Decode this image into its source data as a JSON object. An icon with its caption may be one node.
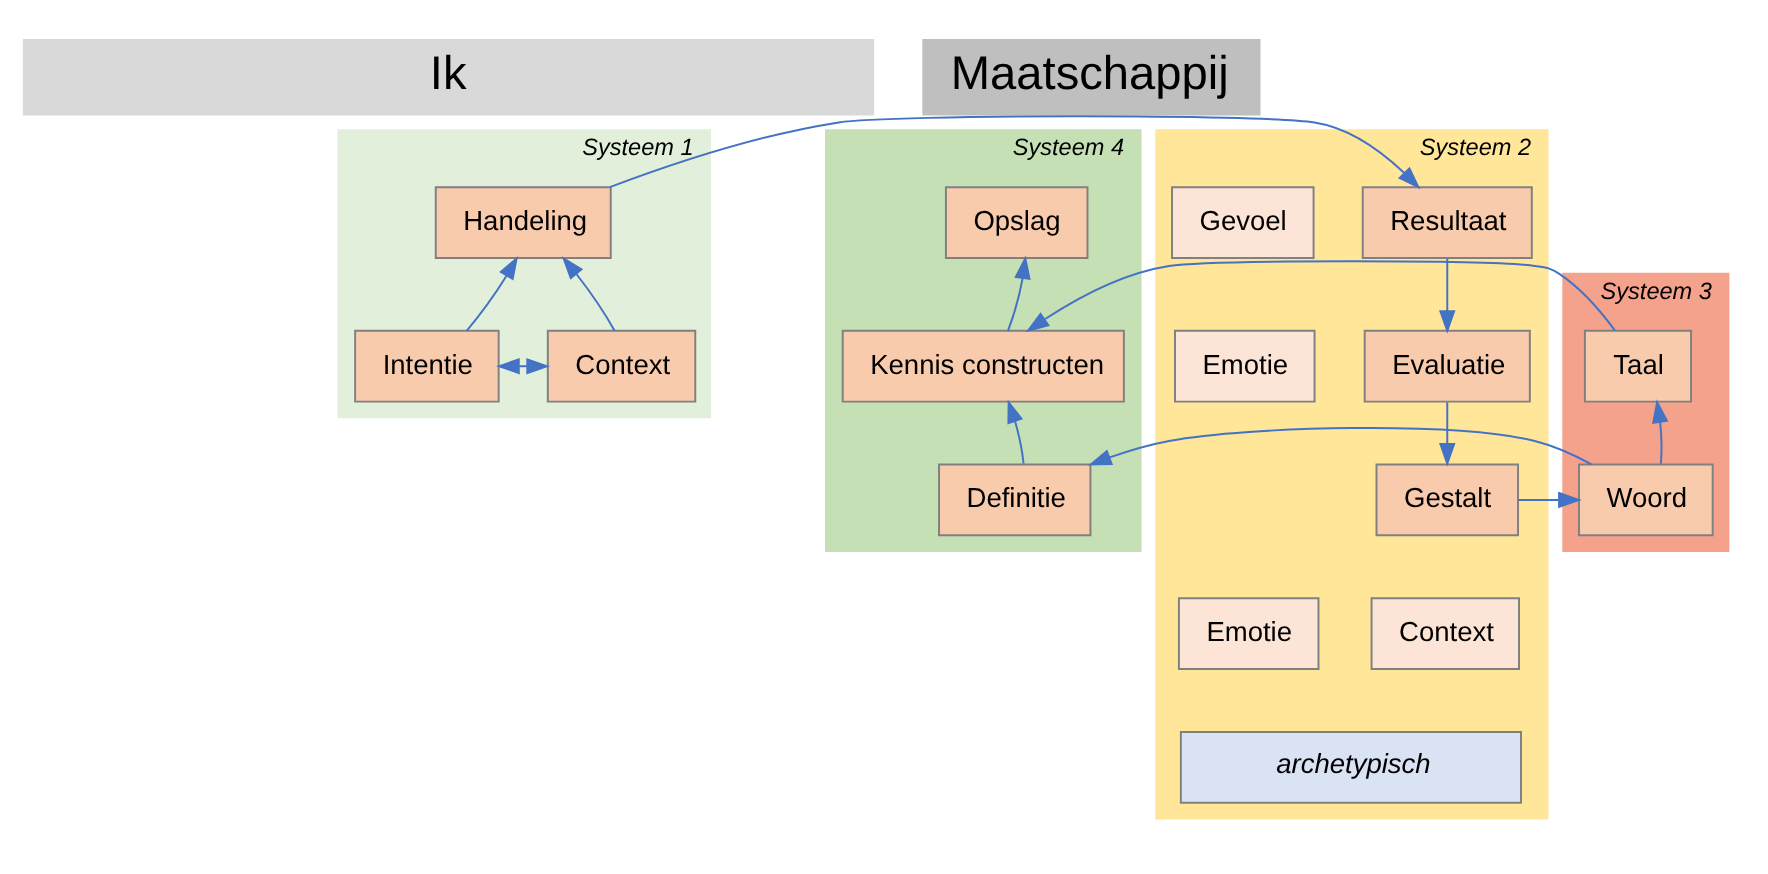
{
  "diagram": {
    "nodes": [
      {
        "text": [
          "Ik"
        ]
      },
      {
        "text": [
          "Maatschappij"
        ]
      },
      {
        "text": [
          "Systeem 1"
        ]
      },
      {
        "text": [
          "Handeling"
        ],
        "in": 2
      },
      {
        "text": [
          "Intentie"
        ],
        "in": 2
      },
      {
        "text": [
          "Context"
        ],
        "in": 2
      },
      {
        "text": [
          "Systeem 2"
        ]
      },
      {
        "text": [
          "Resultaat"
        ],
        "in": 6
      },
      {
        "text": [
          "Gevoel"
        ],
        "in": 6
      },
      {
        "text": [
          "Evaluatie"
        ],
        "in": 6
      },
      {
        "text": [
          "Emotie"
        ],
        "in": 6
      },
      {
        "text": [
          "Gestalt"
        ],
        "in": 6
      },
      {
        "text": [
          "Context"
        ],
        "in": 6
      },
      {
        "text": [
          "Emotie"
        ],
        "in": 6
      },
      {
        "text": [
          "archetypisch"
        ],
        "in": 6
      },
      {
        "text": [
          "Systeem 3"
        ]
      },
      {
        "text": [
          "Taal"
        ],
        "in": 15
      },
      {
        "text": [
          "Woord"
        ],
        "in": 15
      },
      {
        "text": [
          "Systeem 4"
        ]
      },
      {
        "text": [
          "Opslag"
        ],
        "in": 18
      },
      {
        "text": [
          "Kennis constructen"
        ],
        "in": 18
      },
      {
        "text": [
          "Definitie"
        ],
        "in": 18
      }
    ],
    "edges": [
      {
        "from": 3,
        "to": 7,
        "arrow": "to"
      },
      {
        "from": 4,
        "to": 5,
        "arrow": "both"
      },
      {
        "from": 4,
        "to": 3,
        "arrow": "to"
      },
      {
        "from": 5,
        "to": 3,
        "arrow": "to"
      },
      {
        "from": 7,
        "to": 9,
        "arrow": "to"
      },
      {
        "from": 9,
        "to": 11,
        "arrow": "to"
      },
      {
        "from": 11,
        "to": 17,
        "arrow": "to"
      },
      {
        "from": 17,
        "to": 16,
        "arrow": "to"
      },
      {
        "from": 16,
        "to": 20,
        "arrow": "to"
      },
      {
        "from": 17,
        "to": 21,
        "arrow": "to"
      },
      {
        "from": 21,
        "to": 20,
        "arrow": "to"
      },
      {
        "from": 20,
        "to": 19,
        "arrow": "to"
      }
    ]
  }
}
